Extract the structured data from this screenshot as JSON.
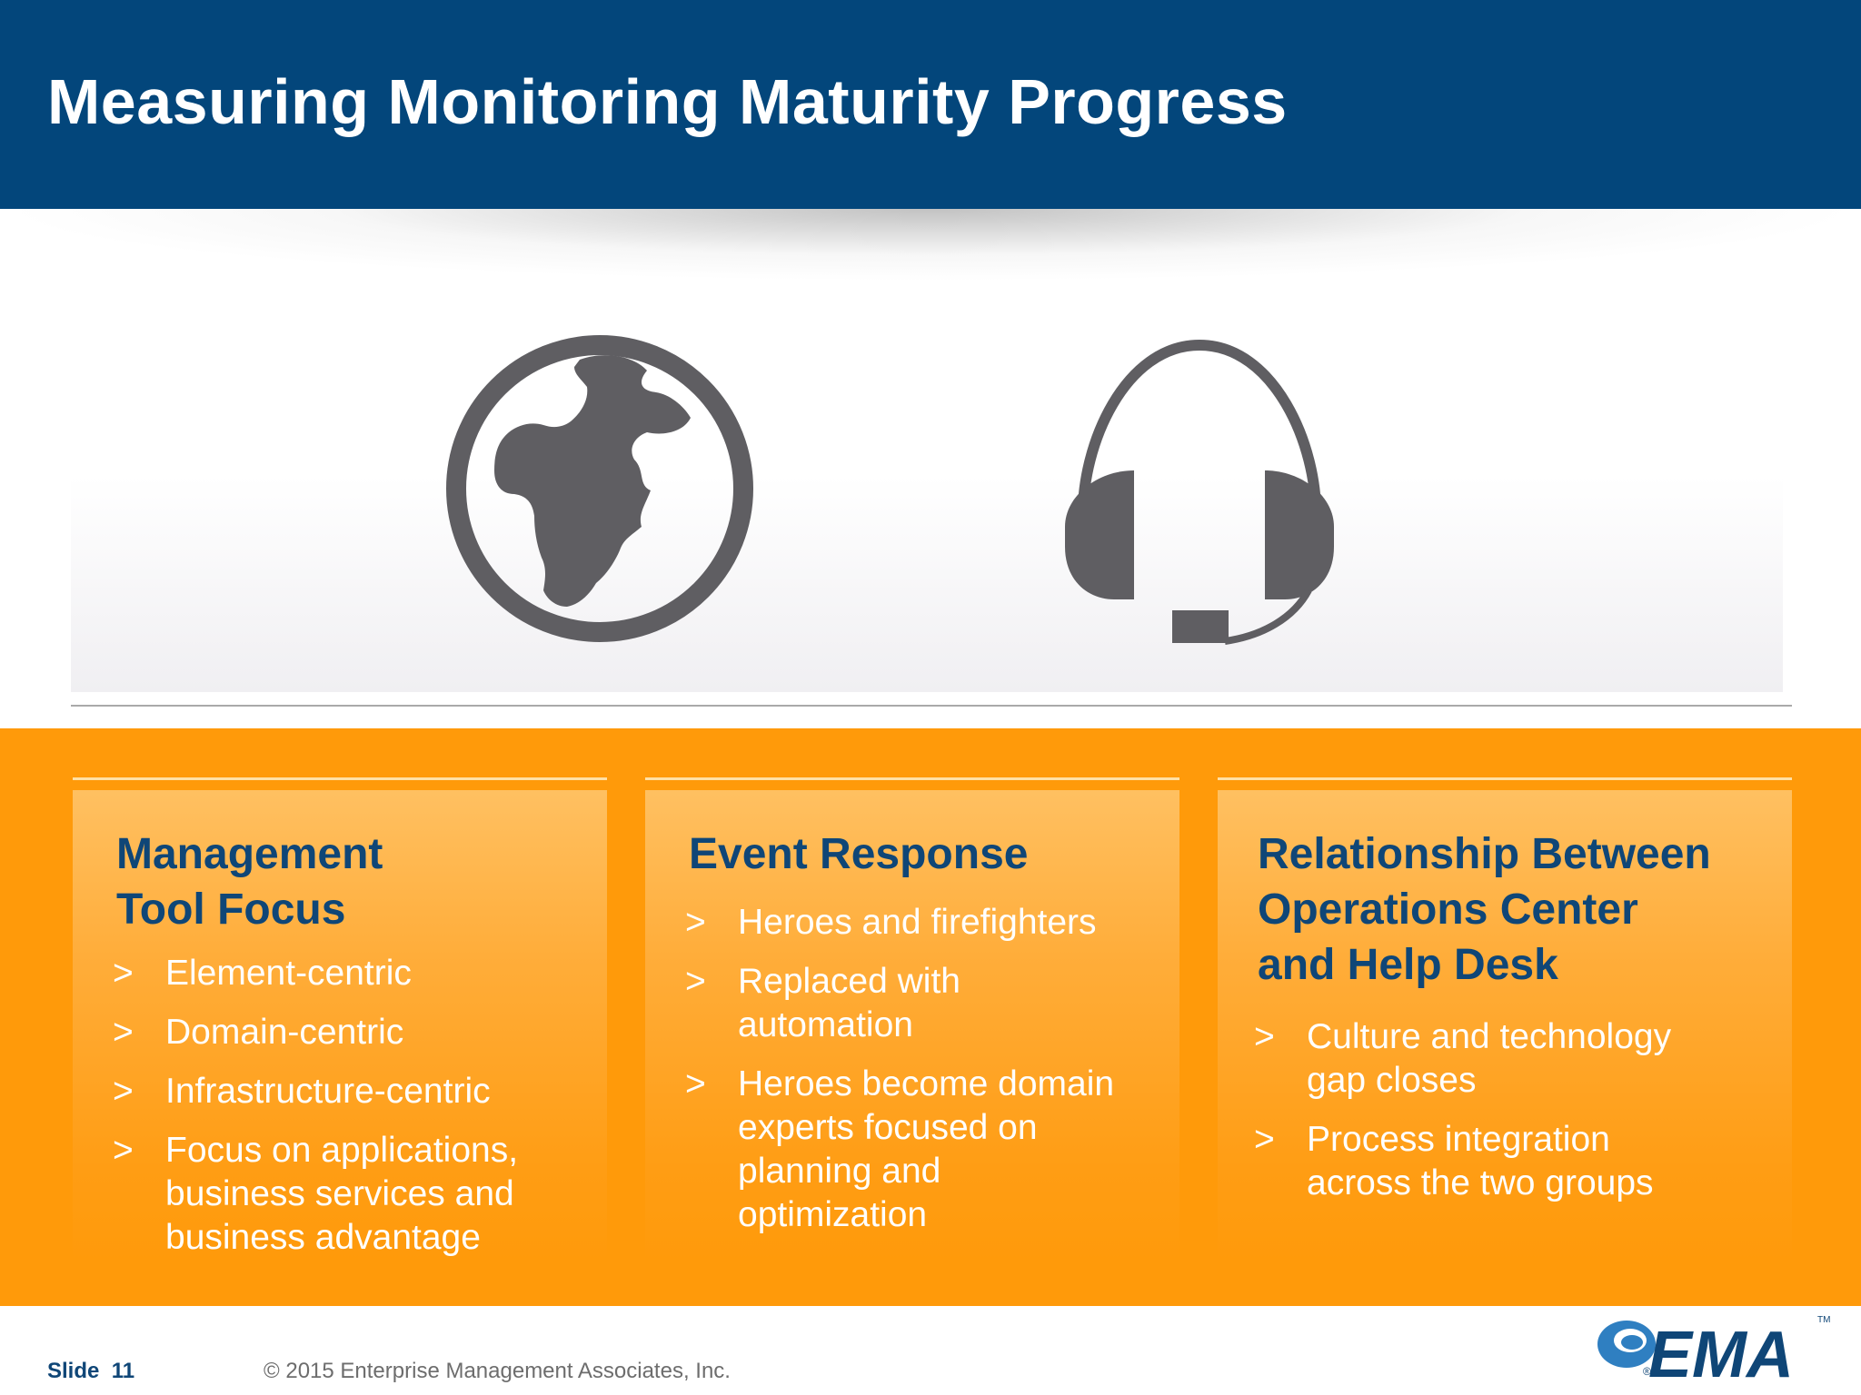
{
  "slide": {
    "title": "Measuring Monitoring Maturity Progress"
  },
  "icons": [
    "globe-icon",
    "headset-icon"
  ],
  "columns": [
    {
      "title_lines": [
        "Management",
        "Tool Focus"
      ],
      "bullets": [
        {
          "marker": ">",
          "lines": [
            "Element-centric"
          ]
        },
        {
          "marker": ">",
          "lines": [
            "Domain-centric"
          ]
        },
        {
          "marker": ">",
          "lines": [
            "Infrastructure-centric"
          ]
        },
        {
          "marker": ">",
          "lines": [
            "Focus on applications,",
            "business services and",
            "business advantage"
          ]
        }
      ]
    },
    {
      "title_lines": [
        "Event Response"
      ],
      "bullets": [
        {
          "marker": ">",
          "lines": [
            "Heroes and firefighters"
          ]
        },
        {
          "marker": ">",
          "lines": [
            "Replaced with",
            "automation"
          ]
        },
        {
          "marker": ">",
          "lines": [
            "Heroes become domain",
            "experts focused on",
            "planning and",
            "optimization"
          ]
        }
      ]
    },
    {
      "title_lines": [
        "Relationship Between",
        "Operations Center",
        "and Help Desk"
      ],
      "bullets": [
        {
          "marker": ">",
          "lines": [
            "Culture and technology",
            "gap closes"
          ]
        },
        {
          "marker": ">",
          "lines": [
            "Process integration",
            "across the two groups"
          ]
        }
      ]
    }
  ],
  "footer": {
    "slide_label": "Slide",
    "slide_number": "11",
    "copyright": "© 2015 Enterprise Management Associates, Inc."
  },
  "logo": {
    "text": "EMA",
    "registered": "®",
    "trademark": "TM"
  },
  "colors": {
    "header": "#03467b",
    "orange": "#ff9a0a",
    "title_blue": "#0f4677",
    "icon_gray": "#5f5e62"
  }
}
